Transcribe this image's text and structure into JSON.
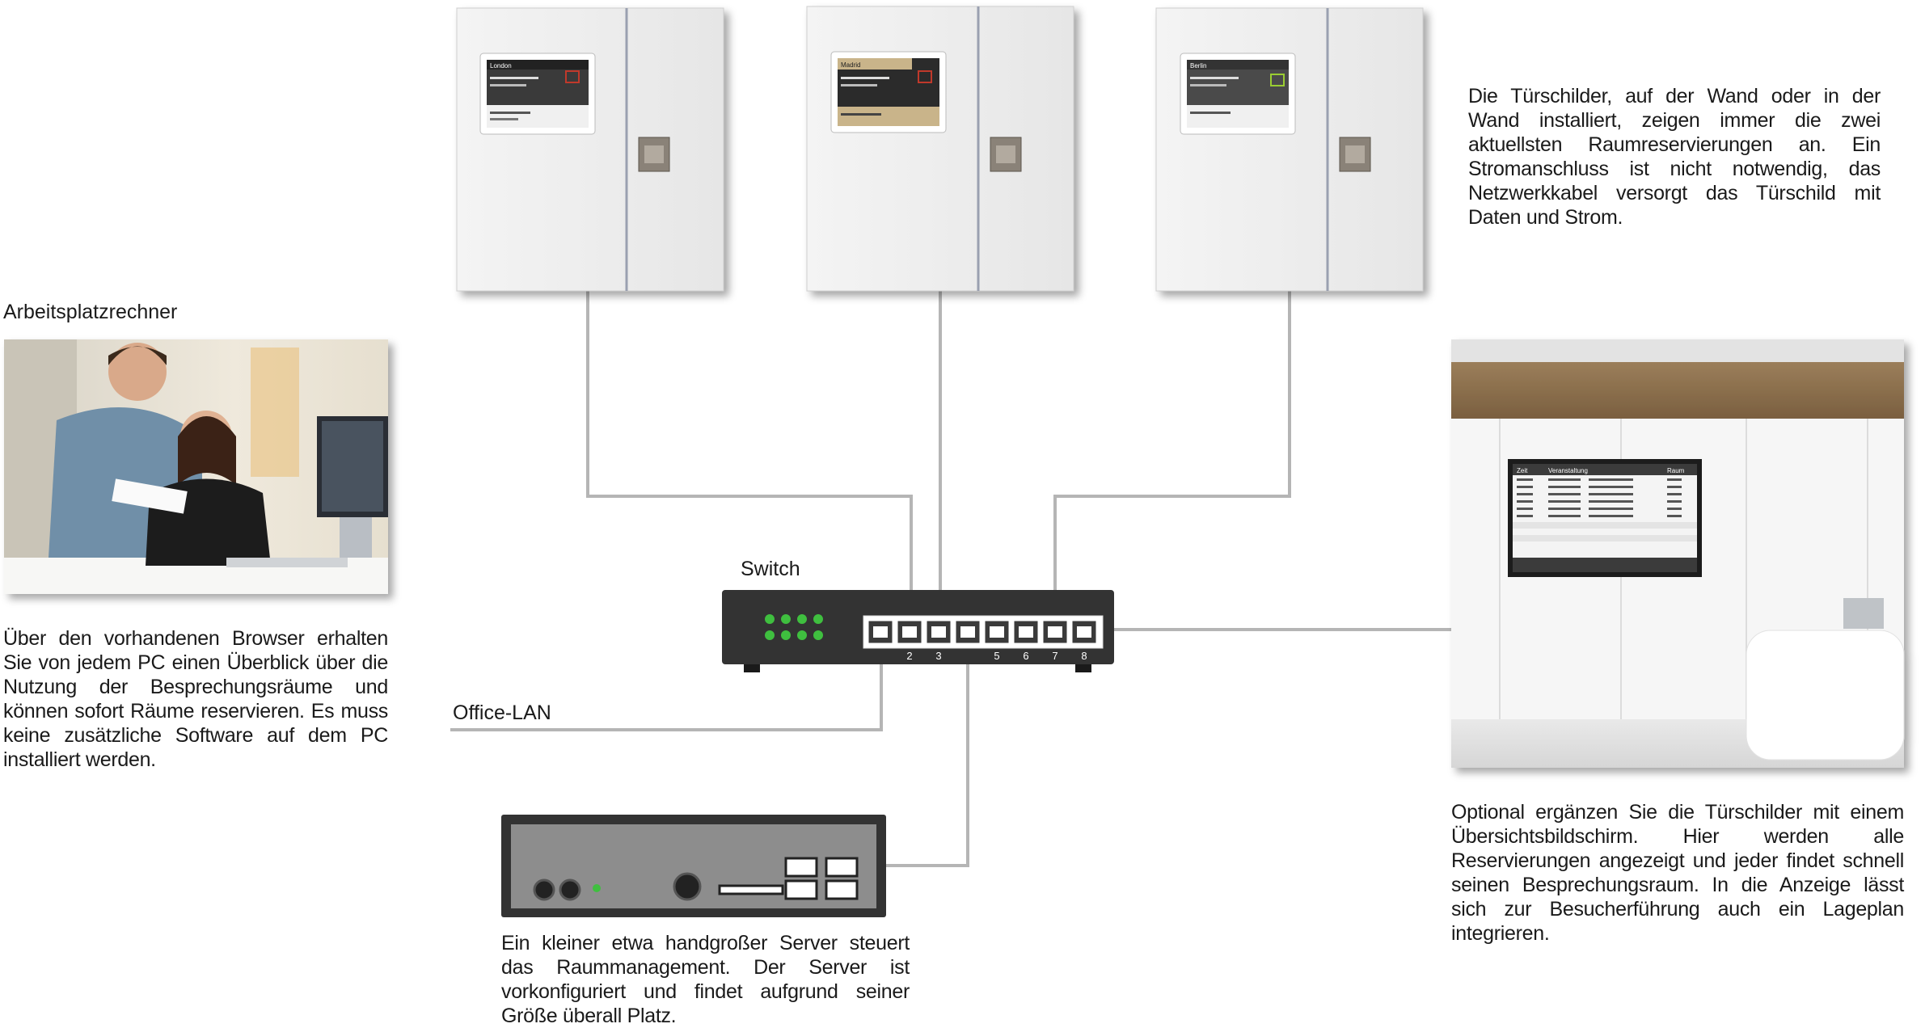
{
  "labels": {
    "workstation": "Arbeitsplatzrechner",
    "switch": "Switch",
    "office_lan": "Office-LAN"
  },
  "texts": {
    "door_signs": "Die Türschilder, auf der Wand oder in der Wand installiert, zeigen immer die zwei aktuellsten Raumreservierungen an. Ein Stromanschluss ist nicht notwendig, das Netzwerkkabel versorgt das Türschild mit Daten und Strom.",
    "workstation": "Über den vorhandenen Browser erhalten Sie von jedem PC einen Überblick über die Nutzung der Besprechungsräume und können sofort Räume reservieren. Es muss keine zusätzliche Software auf dem PC installiert werden.",
    "server": "Ein kleiner etwa handgroßer Server steuert das Raummanagement. Der Server ist vorkonfiguriert und findet aufgrund seiner Größe überall Platz.",
    "overview": "Optional ergänzen Sie die Türschilder mit einem Übersichtsbildschirm. Hier werden alle Reservierungen angezeigt und jeder findet schnell seinen Besprechungsraum. In die Anzeige lässt sich zur Besucherführung auch ein Lageplan integrieren."
  },
  "door_signs": [
    {
      "room": "London",
      "status_color": "#c0392b"
    },
    {
      "room": "Madrid",
      "status_color": "#c0392b"
    },
    {
      "room": "Berlin",
      "status_color": "#9acd32"
    }
  ],
  "switch_ports": [
    "",
    "2",
    "3",
    "",
    "5",
    "6",
    "7",
    "8"
  ],
  "overview_screen": {
    "headers": [
      "Zeit",
      "Veranstaltung",
      "Raum"
    ]
  },
  "colors": {
    "cable": "#b5b5b5",
    "switch_body": "#333333",
    "switch_led": "#3fbf3f",
    "wall": "#f2f2f2"
  }
}
